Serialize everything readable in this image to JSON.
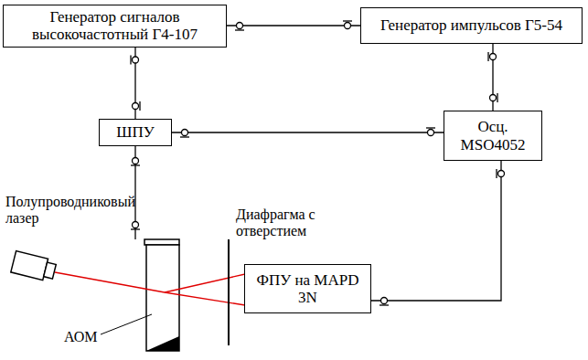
{
  "diagram": {
    "nodes": [
      {
        "text": [
          "Генератор сигналов высокочастотный Г4-107"
        ]
      },
      {
        "text": [
          "Генератор импульсов Г5-54"
        ]
      },
      {
        "text": [
          "ШПУ"
        ]
      },
      {
        "text": [
          "Осц. MSO4052"
        ]
      },
      {
        "text": [
          "ФПУ на MAPD 3N"
        ]
      }
    ],
    "edges": [
      {
        "from": 0,
        "to": 1,
        "arrow": "none"
      },
      {
        "from": 0,
        "to": 2,
        "arrow": "none"
      },
      {
        "from": 1,
        "to": 3,
        "arrow": "none"
      },
      {
        "from": 2,
        "to": 3,
        "arrow": "none"
      },
      {
        "from": 3,
        "to": 4,
        "arrow": "none"
      }
    ],
    "labels": [
      "Полупроводниковый лазер",
      "Диафрагма с отверстием",
      "АОМ"
    ]
  }
}
